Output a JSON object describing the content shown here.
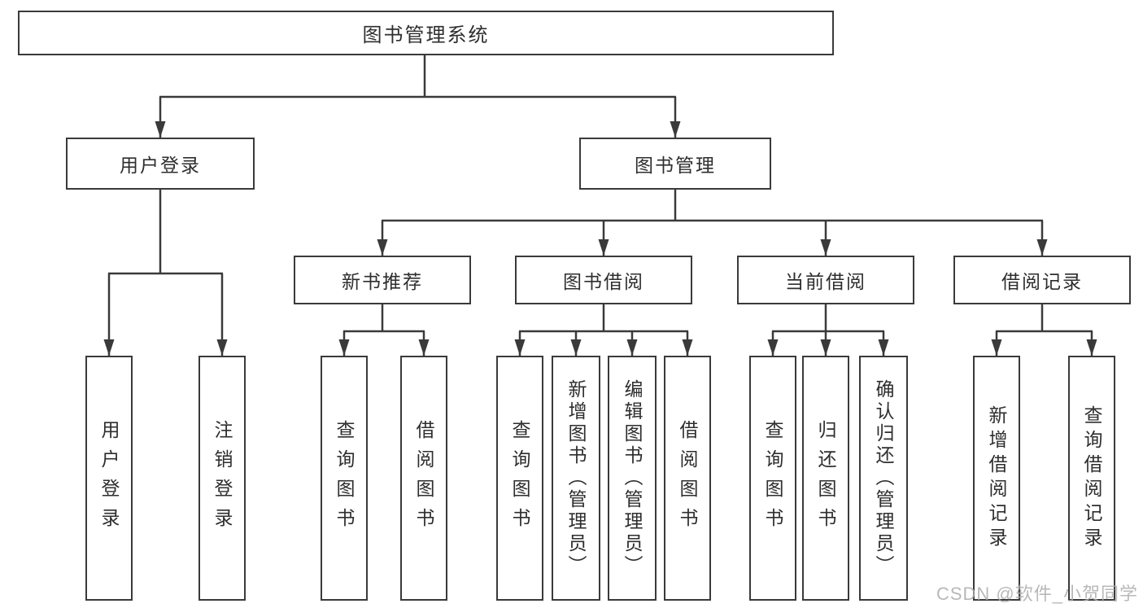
{
  "tree": {
    "root": {
      "label": "图书管理系统"
    },
    "branches": [
      {
        "label": "用户登录",
        "children": [
          {
            "label": "用户登录"
          },
          {
            "label": "注销登录"
          }
        ]
      },
      {
        "label": "图书管理",
        "children": [
          {
            "label": "新书推荐",
            "children": [
              {
                "label": "查询图书"
              },
              {
                "label": "借阅图书"
              }
            ]
          },
          {
            "label": "图书借阅",
            "children": [
              {
                "label": "查询图书"
              },
              {
                "label": "新增图书（管理员）"
              },
              {
                "label": "编辑图书（管理员）"
              },
              {
                "label": "借阅图书"
              }
            ]
          },
          {
            "label": "当前借阅",
            "children": [
              {
                "label": "查询图书"
              },
              {
                "label": "归还图书"
              },
              {
                "label": "确认归还（管理员）"
              }
            ]
          },
          {
            "label": "借阅记录",
            "children": [
              {
                "label": "新增借阅记录"
              },
              {
                "label": "查询借阅记录"
              }
            ]
          }
        ]
      }
    ]
  },
  "watermark": {
    "text": "CSDN @软件_小贺同学"
  },
  "colors": {
    "line": "#3a3a3a",
    "text": "#2e2e2e",
    "background": "#ffffff",
    "watermark": "#ababab"
  }
}
